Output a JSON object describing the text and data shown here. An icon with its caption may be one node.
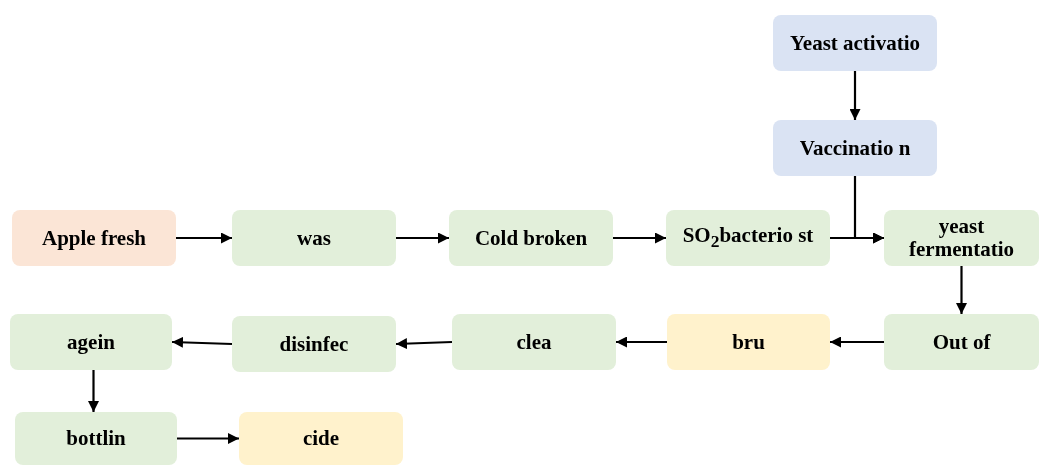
{
  "diagram": {
    "nodes": [
      {
        "text": [
          "Yeast activatio"
        ]
      },
      {
        "text": [
          "Vaccinatio n"
        ]
      },
      {
        "text": [
          "Apple fresh"
        ]
      },
      {
        "text": [
          "was"
        ]
      },
      {
        "text": [
          "Cold broken"
        ]
      },
      {
        "text": [
          "SO$_{2}$bacterio st"
        ]
      },
      {
        "text": [
          "yeast fermentatio"
        ]
      },
      {
        "text": [
          "Out of"
        ]
      },
      {
        "text": [
          "bru"
        ]
      },
      {
        "text": [
          "clea"
        ]
      },
      {
        "text": [
          "disinfec"
        ]
      },
      {
        "text": [
          "agein"
        ]
      },
      {
        "text": [
          "bottlin"
        ]
      },
      {
        "text": [
          "cide"
        ]
      }
    ],
    "edges": [
      {
        "from": 0,
        "to": 1,
        "arrow": "to"
      },
      {
        "from": 1,
        "to": 6,
        "arrow": "to"
      },
      {
        "from": 2,
        "to": 3,
        "arrow": "to"
      },
      {
        "from": 3,
        "to": 4,
        "arrow": "to"
      },
      {
        "from": 4,
        "to": 5,
        "arrow": "to"
      },
      {
        "from": 5,
        "to": 6,
        "arrow": "to"
      },
      {
        "from": 6,
        "to": 7,
        "arrow": "to"
      },
      {
        "from": 7,
        "to": 8,
        "arrow": "to"
      },
      {
        "from": 8,
        "to": 9,
        "arrow": "to"
      },
      {
        "from": 9,
        "to": 10,
        "arrow": "to"
      },
      {
        "from": 10,
        "to": 11,
        "arrow": "to"
      },
      {
        "from": 11,
        "to": 12,
        "arrow": "to"
      },
      {
        "from": 12,
        "to": 13,
        "arrow": "to"
      }
    ]
  }
}
